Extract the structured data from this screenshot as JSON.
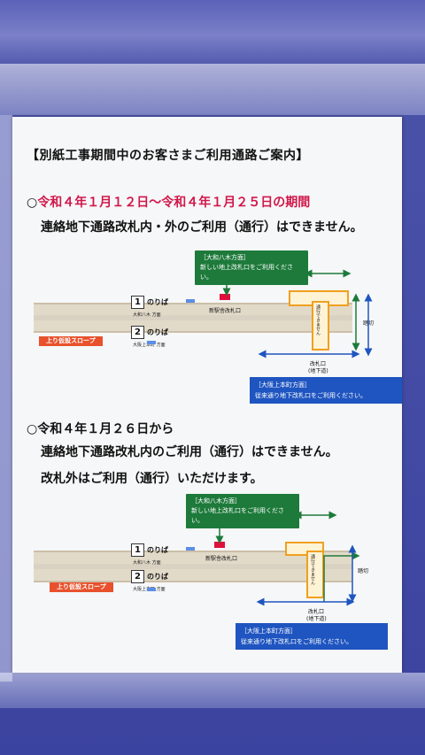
{
  "notice": {
    "title": "【別紙工事期間中のお客さまご利用通路ご案内】",
    "period1": {
      "head": "令和４年１月１２日～令和４年１月２５日の期間",
      "line": "連絡地下通路改札内・外のご利用（通行）はできません。"
    },
    "period2": {
      "head": "令和４年１月２６日から",
      "line1": "連絡地下通路改札内のご利用（通行）はできません。",
      "line2": "改札外はご利用（通行）いただけます。"
    },
    "bullet": "○"
  },
  "map1": {
    "green_title": "［大和八木方面］",
    "green_text": "新しい地上改札口をご利用ください。",
    "new_gate": "新駅舎改札口",
    "platform1_num": "1",
    "platform2_num": "2",
    "noriba": "のりば",
    "dir1": "大和八木 方面",
    "dir2": "大阪上本町 方面",
    "slope": "上り仮設スロープ",
    "passage": "通行できません",
    "crossing": "踏切",
    "gate_under": "改札口",
    "gate_under_sub": "(地下道)",
    "blue_title": "［大阪上本町方面］",
    "blue_text": "従来通り地下改札口をご利用ください。"
  },
  "map2": {
    "green_title": "［大和八木方面］",
    "green_text": "新しい地上改札口をご利用ください。",
    "new_gate": "新駅舎改札口",
    "platform1_num": "1",
    "platform2_num": "2",
    "noriba": "のりば",
    "dir1": "大和八木 方面",
    "dir2": "大阪上本町 方面",
    "slope": "上り仮設スロープ",
    "passage": "通行できません",
    "crossing": "踏切",
    "gate_under": "改札口",
    "gate_under_sub": "(地下道)",
    "blue_title": "［大阪上本町方面］",
    "blue_text": "従来通り地下改札口をご利用ください。"
  },
  "colors": {
    "accent_red": "#d1174a",
    "green": "#1d7a3a",
    "blue": "#1f55c0",
    "orange": "#f0a020",
    "background": "#2f3a8f"
  }
}
